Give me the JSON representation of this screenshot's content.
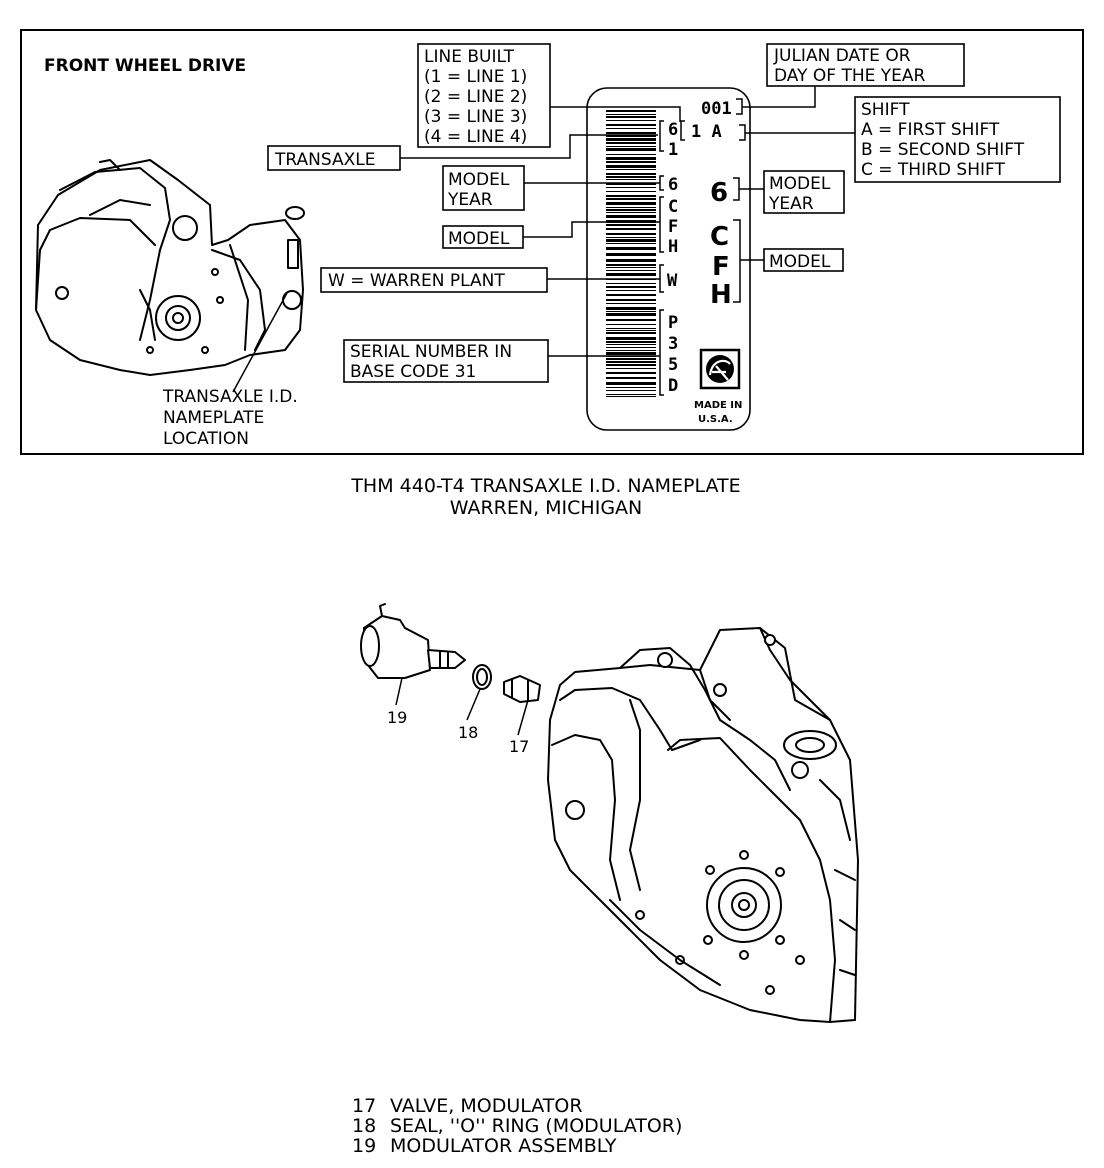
{
  "top": {
    "title": "FRONT WHEEL DRIVE",
    "location_label": [
      "TRANSAXLE I.D.",
      "NAMEPLATE",
      "LOCATION"
    ]
  },
  "callouts": {
    "line_built": [
      "LINE BUILT",
      "(1  =  LINE 1)",
      "(2  =  LINE 2)",
      "(3  =  LINE 3)",
      "(4  =  LINE 4)"
    ],
    "transaxle": "TRANSAXLE",
    "model_year_left": [
      "MODEL",
      "YEAR"
    ],
    "model_left": "MODEL",
    "warren_plant": "W  =  WARREN PLANT",
    "serial_number": [
      "SERIAL NUMBER IN",
      "BASE CODE 31"
    ],
    "julian_date": [
      "JULIAN DATE OR",
      "DAY OF THE YEAR"
    ],
    "shift": [
      "SHIFT",
      "A = FIRST SHIFT",
      "B = SECOND SHIFT",
      "C = THIRD SHIFT"
    ],
    "model_year_right": [
      "MODEL",
      "YEAR"
    ],
    "model_right": "MODEL"
  },
  "nameplate": {
    "julian_code": "001",
    "line_shift_code": "1  A",
    "transaxle_code": [
      "6",
      "1"
    ],
    "small_year": "6",
    "small_model": [
      "C",
      "F",
      "H"
    ],
    "plant": "W",
    "serial": [
      "P",
      "3",
      "5",
      "D"
    ],
    "big_year": "6",
    "big_model": [
      "C",
      "F",
      "H"
    ],
    "made_in": [
      "MADE IN",
      "U.S.A."
    ]
  },
  "caption": [
    "THM 440-T4 TRANSAXLE I.D. NAMEPLATE",
    "WARREN, MICHIGAN"
  ],
  "parts_callouts": [
    "19",
    "18",
    "17"
  ],
  "legend": [
    {
      "num": "17",
      "text": "VALVE, MODULATOR"
    },
    {
      "num": "18",
      "text": "SEAL, ''O'' RING (MODULATOR)"
    },
    {
      "num": "19",
      "text": "MODULATOR ASSEMBLY"
    }
  ]
}
